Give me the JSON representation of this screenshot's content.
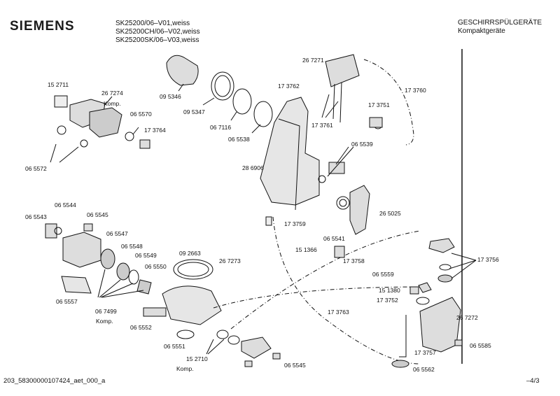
{
  "header": {
    "brand": "SIEMENS",
    "models": [
      "SK25200/06–V01,weiss",
      "SK25200CH/06–V02,weiss",
      "SK25200SK/06–V03,weiss"
    ],
    "category": "GESCHIRRSPÜLGERÄTE",
    "subcategory": "Kompaktgeräte"
  },
  "footer": {
    "drawing_id": "203_58300000107424_aet_000_a",
    "page": "–4/3"
  },
  "part_numbers": [
    "15 2711",
    "26 7274",
    "Komp.",
    "06 5570",
    "17 3764",
    "06 5572",
    "09 5346",
    "09 5347",
    "06 7116",
    "06 5538",
    "26 7271",
    "17 3762",
    "17 3760",
    "17 3751",
    "17 3761",
    "06 5539",
    "28 6906",
    "06 5544",
    "06 5543",
    "06 5545",
    "06 5547",
    "06 5548",
    "06 5549",
    "06 5550",
    "09 2663",
    "26 7273",
    "06 5557",
    "06 7499",
    "Komp.",
    "06 5552",
    "06 5551",
    "15 2710",
    "Komp.",
    "06 5545",
    "17 3759",
    "06 5541",
    "26 5025",
    "15 1366",
    "17 3758",
    "17 3763",
    "17 3756",
    "06 5559",
    "15 1380",
    "17 3752",
    "26 7272",
    "06 5585",
    "17 3757",
    "06 5562"
  ]
}
